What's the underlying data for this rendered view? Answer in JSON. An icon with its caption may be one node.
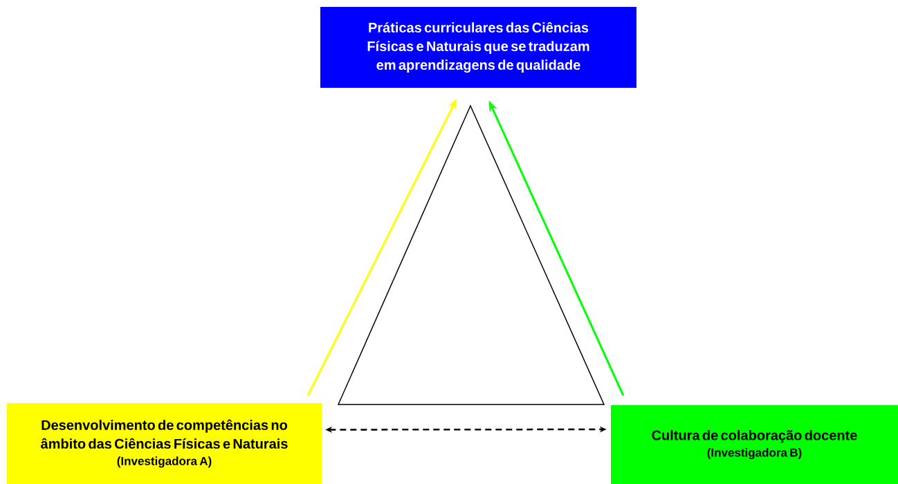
{
  "diagram": {
    "nodes": [
      {
        "text": [
          "Práticas curriculares das Ciências Físicas e Naturais que se traduzam em aprendizagens de qualidade"
        ]
      },
      {
        "text": [
          "Desenvolvimento de competências no âmbito das Ciências Físicas e Naturais",
          "(Investigadora A)"
        ]
      },
      {
        "text": [
          "Cultura de colaboração docente",
          "(Investigadora B)"
        ]
      },
      {
        "text": [],
        "shape": "triangle"
      }
    ],
    "edges": [
      {
        "from": 1,
        "to": 0,
        "arrow": "to",
        "color": "#ffff00"
      },
      {
        "from": 2,
        "to": 0,
        "arrow": "to",
        "color": "#00ff00"
      },
      {
        "from": 1,
        "to": 2,
        "arrow": "both",
        "style": "dashed",
        "color": "#000000"
      }
    ]
  }
}
